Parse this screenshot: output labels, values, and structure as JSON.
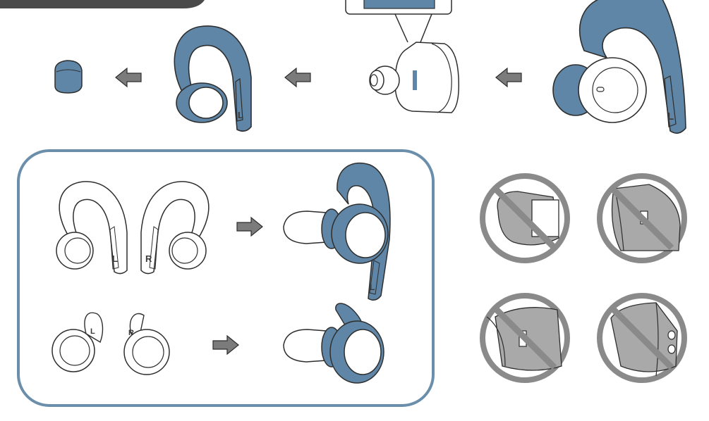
{
  "colors": {
    "accent_blue": "#5f86a6",
    "outline": "#2e2e2e",
    "arrow_gray": "#7b7b7b",
    "panel_border": "#6b8faa",
    "prohibit_gray": "#8a8a8a",
    "prohibit_fill": "#a9a9a9"
  },
  "labels": {
    "hook_left": "L",
    "hook_right": "R",
    "top_hook": "L",
    "big_earbud_hook": "L",
    "fin_left": "L",
    "fin_right": "R"
  },
  "icons": [
    "arrow-left-icon",
    "arrow-right-icon",
    "prohibited-icon",
    "eartip-icon",
    "ear-hook-icon",
    "earbud-icon",
    "ear-fin-icon"
  ]
}
